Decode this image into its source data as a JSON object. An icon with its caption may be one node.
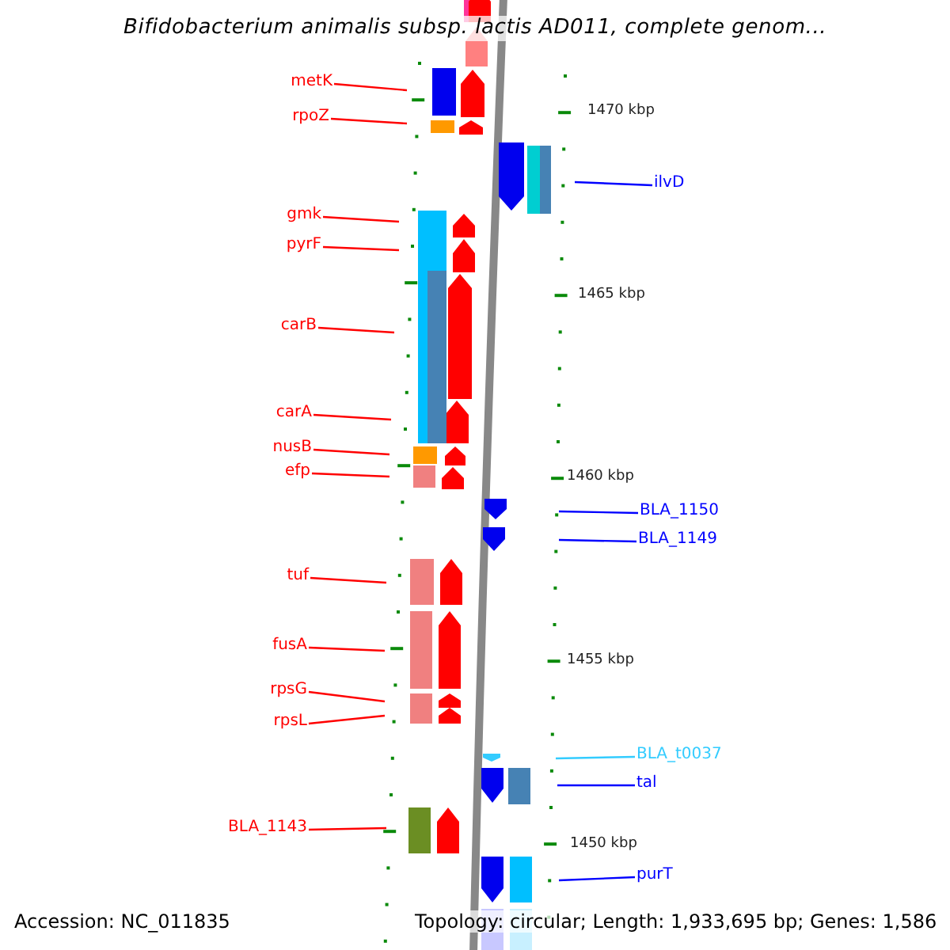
{
  "diagram": {
    "title": "Bifidobacterium animalis subsp. lactis AD011, complete genom...",
    "nodes": [
      {
        "text": [
          "metK"
        ]
      },
      {
        "text": [
          "rpoZ"
        ]
      },
      {
        "text": [
          "ilvD"
        ]
      },
      {
        "text": [
          "gmk"
        ]
      },
      {
        "text": [
          "pyrF"
        ]
      },
      {
        "text": [
          "carB"
        ]
      },
      {
        "text": [
          "carA"
        ]
      },
      {
        "text": [
          "nusB"
        ]
      },
      {
        "text": [
          "efp"
        ]
      },
      {
        "text": [
          "BLA_1150"
        ]
      },
      {
        "text": [
          "BLA_1149"
        ]
      },
      {
        "text": [
          "tuf"
        ]
      },
      {
        "text": [
          "fusA"
        ]
      },
      {
        "text": [
          "rpsG"
        ]
      },
      {
        "text": [
          "rpsL"
        ]
      },
      {
        "text": [
          "BLA_t0037"
        ]
      },
      {
        "text": [
          "tal"
        ]
      },
      {
        "text": [
          "BLA_1143"
        ]
      },
      {
        "text": [
          "purT"
        ]
      }
    ],
    "edges": [
      {
        "from": 0,
        "to": null,
        "arrow": "none"
      },
      {
        "from": 1,
        "to": null,
        "arrow": "none"
      },
      {
        "from": 2,
        "to": null,
        "arrow": "none",
        "color": "#0000ff"
      },
      {
        "from": 3,
        "to": null,
        "arrow": "none"
      },
      {
        "from": 4,
        "to": null,
        "arrow": "none"
      },
      {
        "from": 5,
        "to": null,
        "arrow": "none"
      },
      {
        "from": 6,
        "to": null,
        "arrow": "none"
      },
      {
        "from": 7,
        "to": null,
        "arrow": "none"
      },
      {
        "from": 8,
        "to": null,
        "arrow": "none"
      },
      {
        "from": 9,
        "to": null,
        "arrow": "none",
        "color": "#0000ff"
      },
      {
        "from": 10,
        "to": null,
        "arrow": "none",
        "color": "#0000ff"
      },
      {
        "from": 11,
        "to": null,
        "arrow": "none"
      },
      {
        "from": 12,
        "to": null,
        "arrow": "none"
      },
      {
        "from": 13,
        "to": null,
        "arrow": "none"
      },
      {
        "from": 14,
        "to": null,
        "arrow": "none"
      },
      {
        "from": 15,
        "to": null,
        "arrow": "none",
        "color": "#33ccff"
      },
      {
        "from": 16,
        "to": null,
        "arrow": "none",
        "color": "#0000ff"
      },
      {
        "from": 17,
        "to": null,
        "arrow": "none"
      },
      {
        "from": 18,
        "to": null,
        "arrow": "none",
        "color": "#0000ff"
      }
    ],
    "labels": [
      "1470 kbp",
      "1465 kbp",
      "1460 kbp",
      "1455 kbp",
      "1450 kbp",
      "Accession: NC_011835",
      "Topology: circular; Length: 1,933,695 bp; Genes: 1,586"
    ]
  }
}
